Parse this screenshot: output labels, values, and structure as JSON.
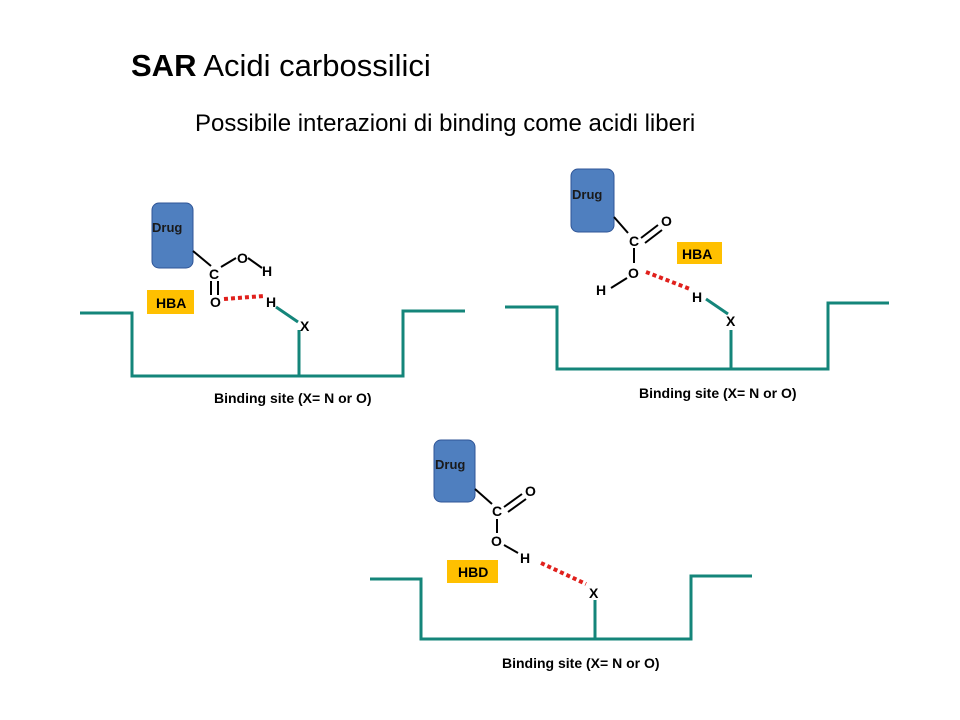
{
  "title": {
    "bold": "SAR",
    "rest": " Acidi carbossilici"
  },
  "subtitle": "Possibile  interazioni di binding come acidi liberi",
  "colors": {
    "drug": "#4f7fbf",
    "site": "#14857a",
    "tag": "#ffc000",
    "hbond": "#e0201c"
  },
  "panels": [
    {
      "drug": "Drug",
      "tag": "HBA",
      "atoms": {
        "c": "C",
        "o1": "O",
        "o2": "O",
        "h1": "H",
        "h2": "H",
        "x": "X"
      },
      "site_label": "Binding site  (X= N or O)"
    },
    {
      "drug": "Drug",
      "tag": "HBA",
      "atoms": {
        "c": "C",
        "o1": "O",
        "o2": "O",
        "h1": "H",
        "h2": "H",
        "x": "X"
      },
      "site_label": "Binding site  (X= N or O)"
    },
    {
      "drug": "Drug",
      "tag": "HBD",
      "atoms": {
        "c": "C",
        "o1": "O",
        "o2": "O",
        "h1": "H",
        "x": "X"
      },
      "site_label": "Binding site  (X= N or O)"
    }
  ]
}
